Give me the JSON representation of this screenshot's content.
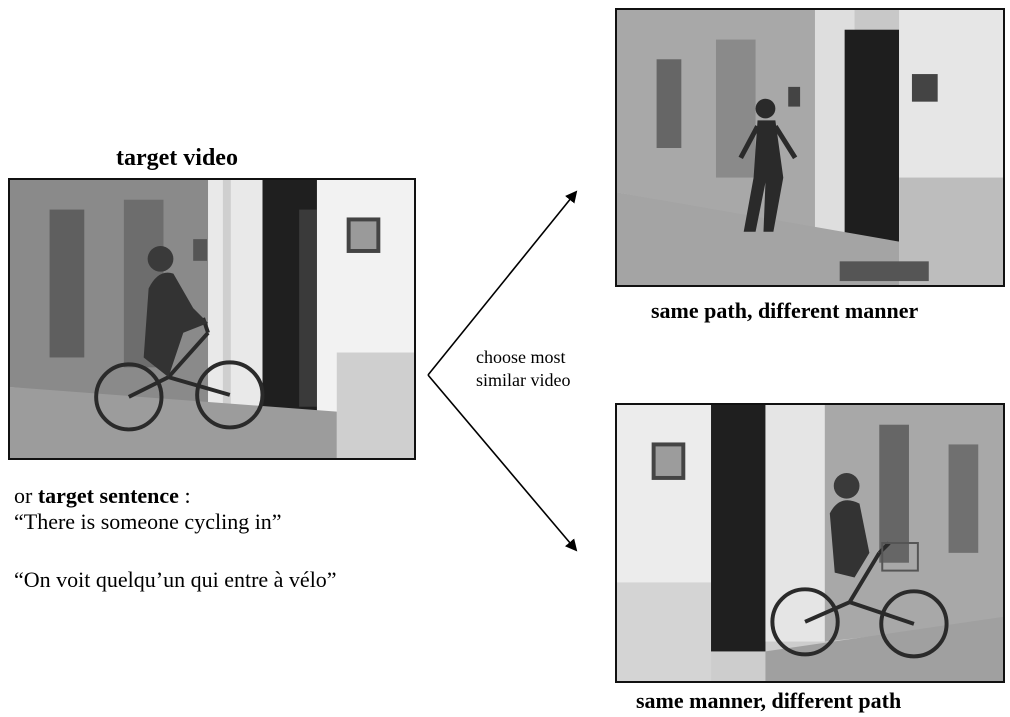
{
  "target": {
    "title": "target video",
    "sentence_prefix": "or ",
    "sentence_label": "target sentence",
    "sentence_suffix": " :",
    "sentence_en": "“There is someone cycling in”",
    "sentence_fr": "“On voit quelqu’un qui entre à vélo”"
  },
  "chooser": {
    "line1": "choose most",
    "line2": "similar video"
  },
  "options": [
    {
      "caption": "same path, different manner"
    },
    {
      "caption": "same manner, different path"
    }
  ]
}
